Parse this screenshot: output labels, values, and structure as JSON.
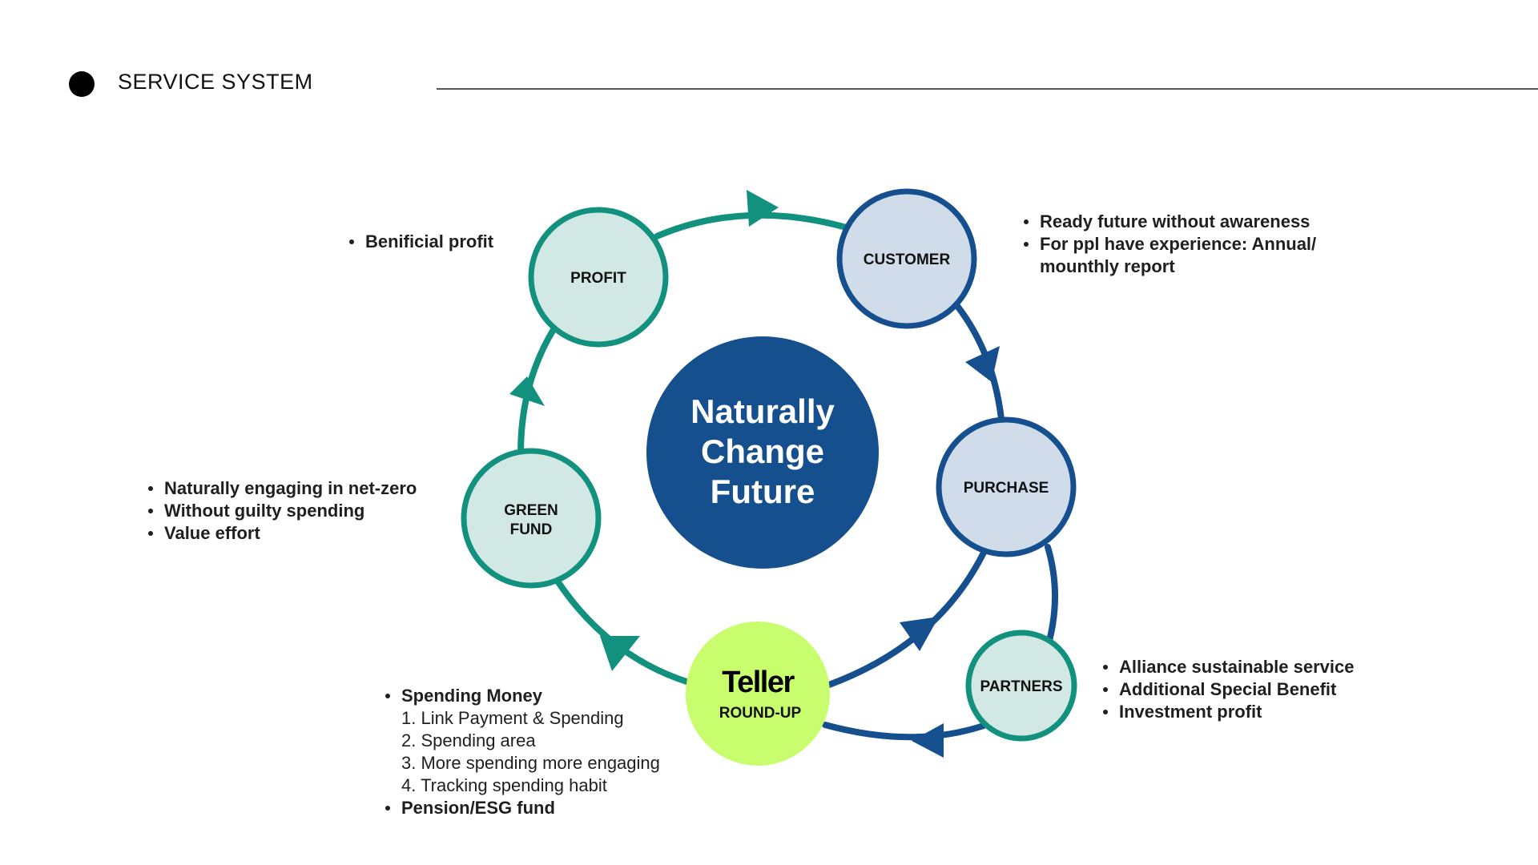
{
  "header": {
    "title": "SERVICE SYSTEM"
  },
  "center": {
    "lines": [
      "Naturally",
      "Change",
      "Future"
    ]
  },
  "nodes": {
    "profit": "PROFIT",
    "customer": "CUSTOMER",
    "purchase": "PURCHASE",
    "partners": "PARTNERS",
    "green_fund": [
      "GREEN",
      "FUND"
    ],
    "roundup": {
      "logo": "Teller",
      "label": "ROUND-UP"
    }
  },
  "notes": {
    "profit": [
      "Benificial profit"
    ],
    "customer": [
      "Ready future without awareness",
      "For ppl have experience: Annual/",
      "mounthly report"
    ],
    "green_fund": [
      "Naturally engaging in net-zero",
      "Without guilty spending",
      "Value effort"
    ],
    "partners": [
      "Alliance sustainable service",
      "Additional Special Benefit",
      "Investment profit"
    ],
    "roundup": {
      "heading": "Spending Money",
      "steps": [
        "1. Link Payment & Spending",
        "2. Spending area",
        "3. More spending more engaging",
        "4. Tracking spending habit"
      ],
      "footer": "Pension/ESG fund"
    }
  },
  "colors": {
    "teal": "#12917e",
    "teal_fill": "#d2e8e4",
    "navy": "#154f8e",
    "navy_fill": "#d0dcea",
    "center_fill": "#154f8e",
    "lime": "#c8fd6d",
    "text": "#1f1f1f"
  },
  "icons": {
    "header_marker": "dot-icon",
    "arrowhead": "triangle-arrow-icon"
  }
}
